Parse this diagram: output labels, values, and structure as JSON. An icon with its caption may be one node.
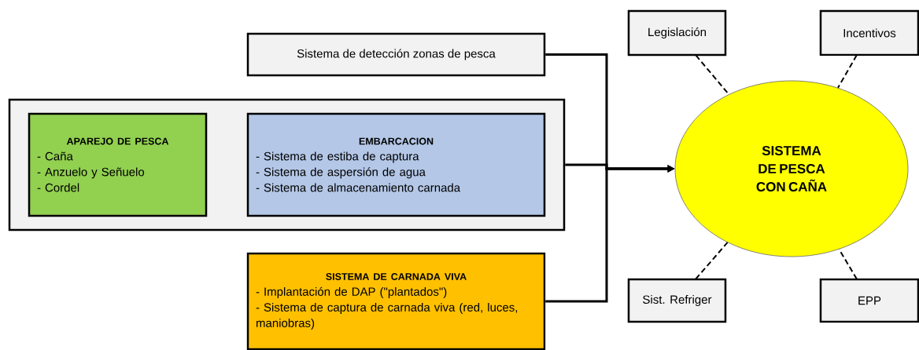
{
  "diagram": {
    "nodes": [
      {
        "text": [
          "Sistema de detección  zonas de pesca"
        ]
      },
      {
        "text": [],
        "shape": "box"
      },
      {
        "text": [
          "APAREJO DE PESCA",
          "- Caña",
          "- Anzuelo y Señuelo",
          "- Cordel"
        ],
        "in": 1
      },
      {
        "text": [
          "EMBARCACION",
          "- Sistema de estiba de captura",
          "- Sistema de aspersión de agua",
          "- Sistema de almacenamiento carnada"
        ],
        "in": 1
      },
      {
        "text": [
          "SISTEMA DE CARNADA VIVA",
          "- Implantación de DAP (\"plantados\")",
          "- Sistema de captura de carnada viva (red, luces, maniobras)"
        ]
      },
      {
        "text": [
          "SISTEMA DE PESCA CON CAÑA"
        ]
      },
      {
        "text": [
          "Legislación"
        ]
      },
      {
        "text": [
          "Incentivos"
        ]
      },
      {
        "text": [
          "Sist. Refriger"
        ]
      },
      {
        "text": [
          "EPP"
        ]
      }
    ],
    "edges": [
      {
        "from": 0,
        "to": 5,
        "arrow": "to"
      },
      {
        "from": 1,
        "to": 5,
        "arrow": "to"
      },
      {
        "from": 4,
        "to": 5,
        "arrow": "to"
      },
      {
        "from": 6,
        "to": 5,
        "arrow": "none",
        "style": "dashed"
      },
      {
        "from": 7,
        "to": 5,
        "arrow": "none",
        "style": "dashed"
      },
      {
        "from": 8,
        "to": 5,
        "arrow": "none",
        "style": "dashed"
      },
      {
        "from": 9,
        "to": 5,
        "arrow": "none",
        "style": "dashed"
      }
    ]
  }
}
